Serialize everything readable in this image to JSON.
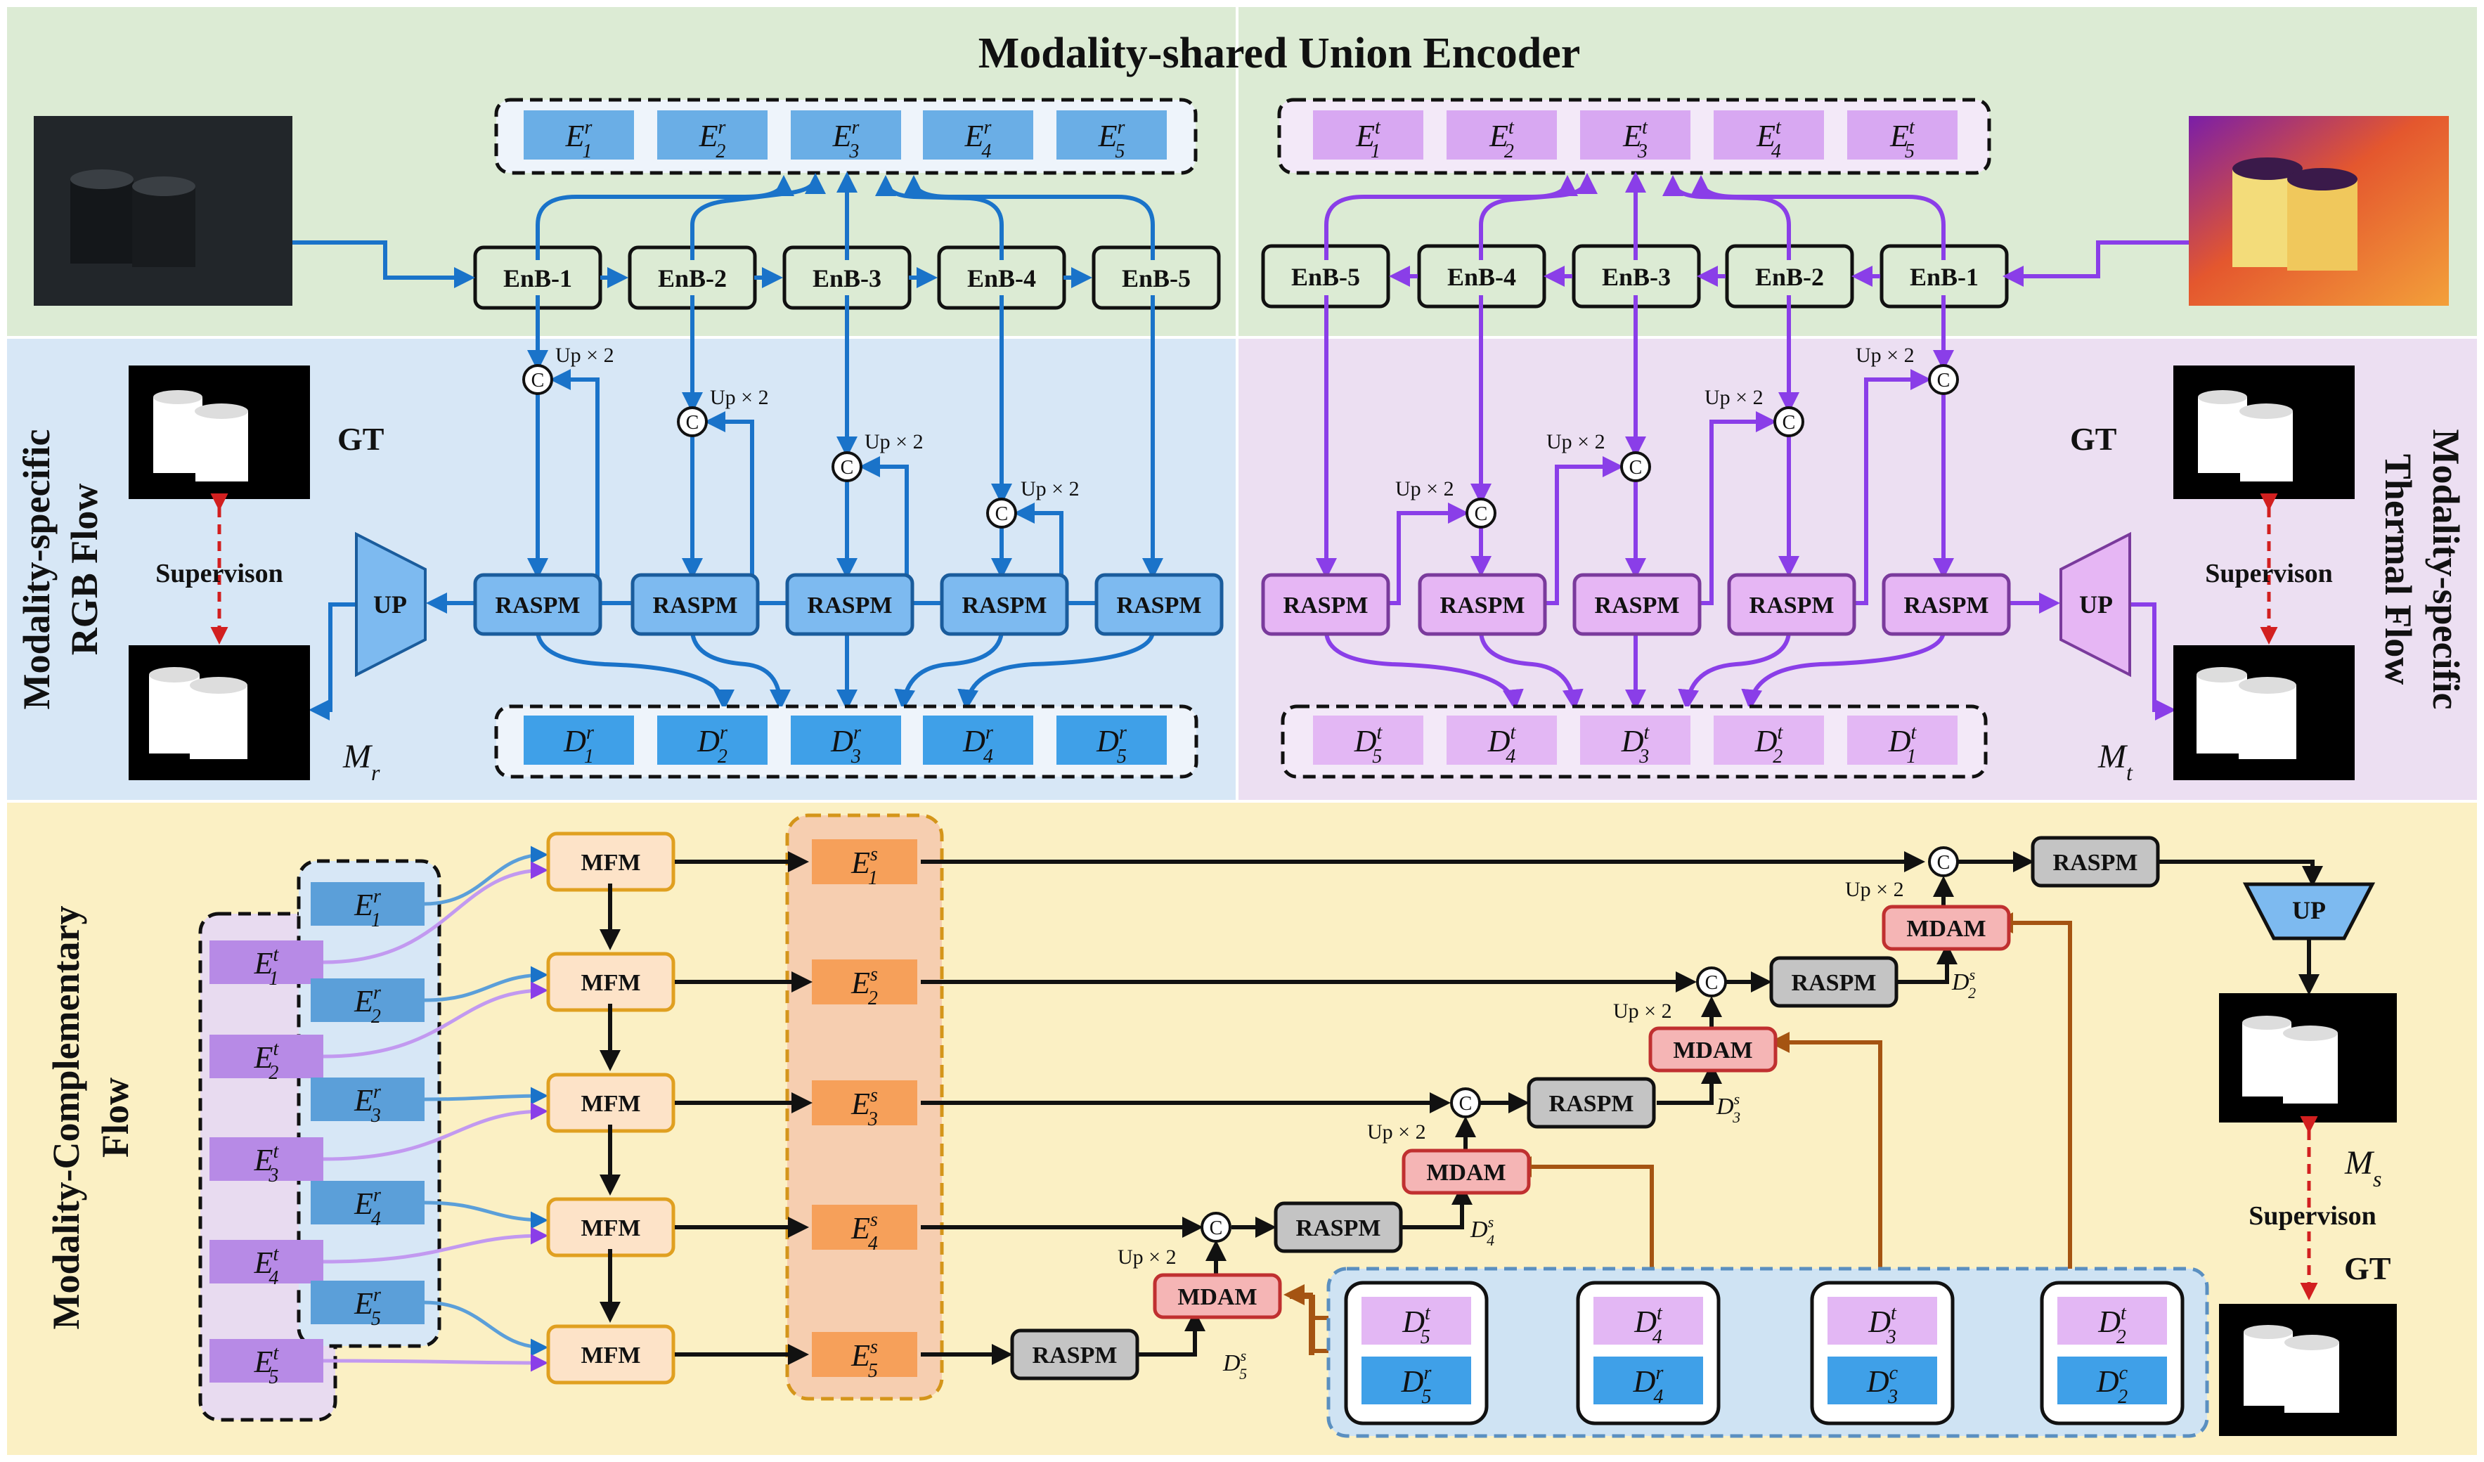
{
  "title": "Modality-shared Union Encoder",
  "side_labels": {
    "rgb_line1": "Modality-specific",
    "rgb_line2": "RGB Flow",
    "thermal_line1": "Modality-specific",
    "thermal_line2": "Thermal Flow",
    "comp_line1": "Modality-Complementary",
    "comp_line2": "Flow"
  },
  "top_rgb_features": [
    "E",
    "E",
    "E",
    "E",
    "E"
  ],
  "top_rgb_subs": [
    "1",
    "2",
    "3",
    "4",
    "5"
  ],
  "top_rgb_sup": "r",
  "top_th_subs": [
    "1",
    "2",
    "3",
    "4",
    "5"
  ],
  "top_th_sup": "t",
  "enb_rgb": [
    "EnB-1",
    "EnB-2",
    "EnB-3",
    "EnB-4",
    "EnB-5"
  ],
  "enb_th": [
    "EnB-5",
    "EnB-4",
    "EnB-3",
    "EnB-2",
    "EnB-1"
  ],
  "up2": "Up × 2",
  "raspm": "RASPM",
  "up": "UP",
  "gt": "GT",
  "supervision": "Supervison",
  "mfm": "MFM",
  "mdam": "MDAM",
  "mr": "M",
  "mr_sub": "r",
  "mt_sub": "t",
  "ms_sub": "s",
  "concat": "C",
  "d_rgb_subs": [
    "1",
    "2",
    "3",
    "4",
    "5"
  ],
  "d_th_subs": [
    "5",
    "4",
    "3",
    "2",
    "1"
  ],
  "colors": {
    "green_panel": "#dcebd4",
    "blue_panel": "#d7e7f6",
    "purple_panel": "#ecdff2",
    "yellow_panel": "#fbf0c4",
    "rgb_arrow": "#1a73c9",
    "th_arrow": "#8a3ee8",
    "brown_arrow": "#a55412"
  }
}
